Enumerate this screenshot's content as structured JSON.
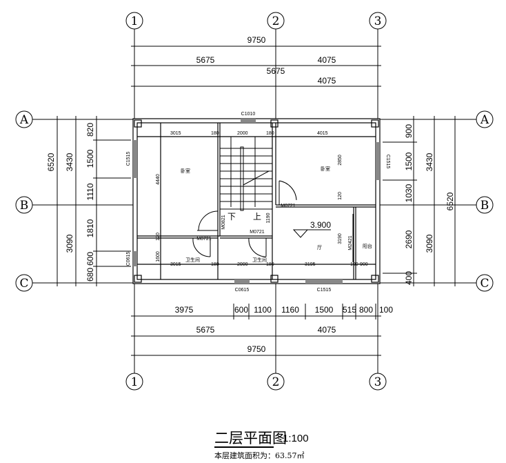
{
  "axes": {
    "cols": [
      "1",
      "2",
      "3"
    ],
    "rows": [
      "A",
      "B",
      "C"
    ]
  },
  "top_dims": {
    "total": "9750",
    "row2": [
      "5675",
      "4075"
    ],
    "row3": [
      "5675",
      "4075"
    ]
  },
  "left_dims": {
    "total": "6520",
    "mid": [
      "3430",
      "3090"
    ],
    "fine": [
      "820",
      "1500",
      "1110",
      "1810",
      "600",
      "680"
    ]
  },
  "right_dims": {
    "total": "6520",
    "mid": [
      "3430",
      "3090"
    ],
    "fine": [
      "900",
      "1500",
      "1030",
      "2690",
      "400"
    ]
  },
  "bottom_dims": {
    "fine": [
      "3975",
      "600",
      "1100",
      "1160",
      "1500",
      "515",
      "800",
      "100"
    ],
    "mid": [
      "5675",
      "4075"
    ],
    "total": "9750"
  },
  "plan": {
    "windows": [
      "C1010",
      "C1515",
      "C1515",
      "C0615",
      "C0615",
      "C1515"
    ],
    "doors": [
      "M0721",
      "M0821",
      "M0721",
      "M0721",
      "M2421"
    ],
    "rooms": [
      "卧室",
      "卧室",
      "卫生间",
      "卫生间",
      "厅",
      "阳台"
    ],
    "stair": [
      "下",
      "上"
    ],
    "inner_dims": [
      "3015",
      "180",
      "2000",
      "180",
      "4015",
      "4440",
      "2850",
      "120",
      "1190",
      "3190",
      "120",
      "1600",
      "3015",
      "180",
      "2000",
      "180",
      "3195",
      "100",
      "900"
    ],
    "elevation": "3.900"
  },
  "title": {
    "name": "二层平面图",
    "scale": "1:100",
    "area": "本层建筑面积为：63.57㎡"
  }
}
